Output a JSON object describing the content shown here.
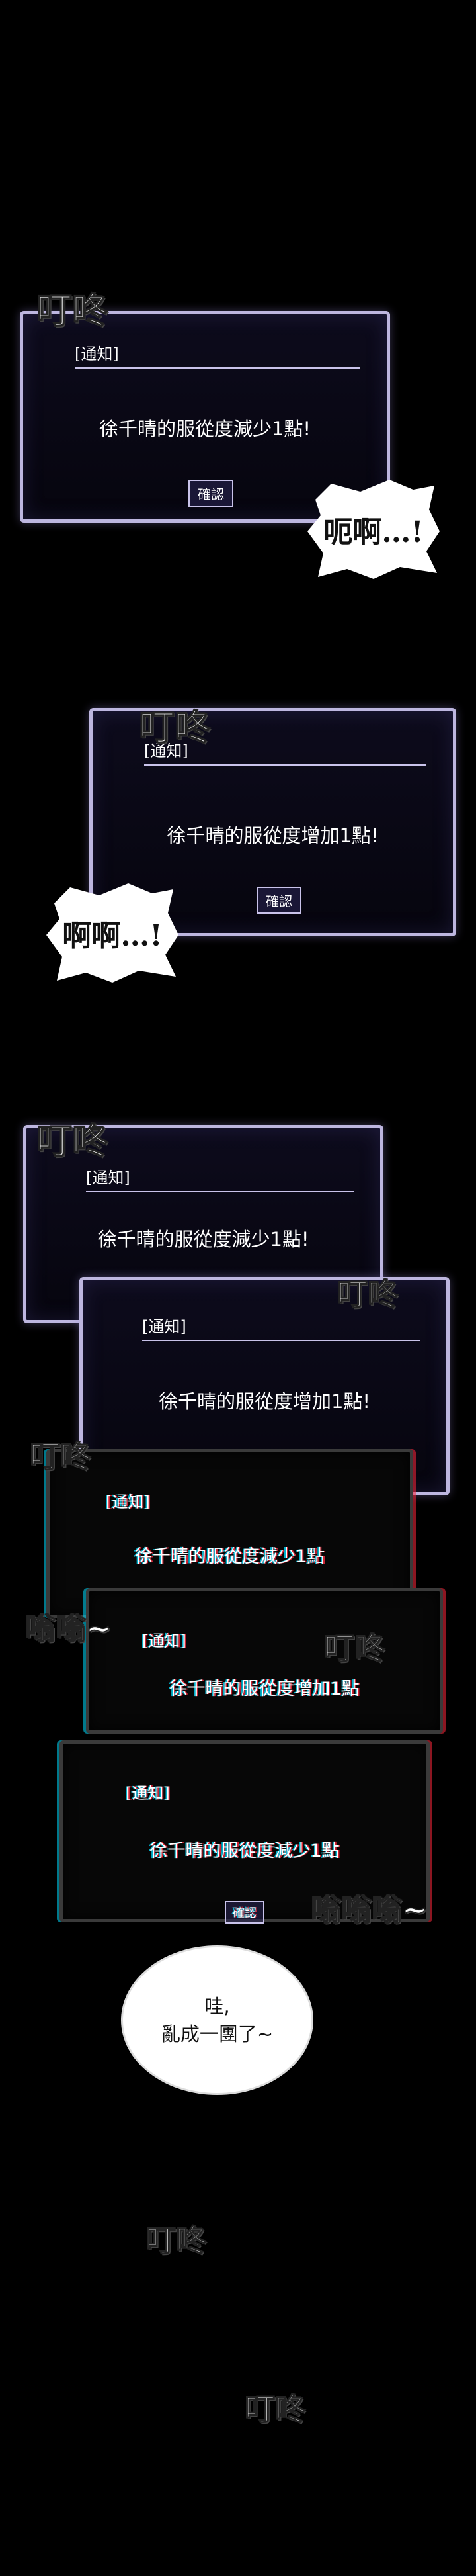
{
  "panels": [
    {
      "tab": "[通知]",
      "message": "徐千晴的服從度減少1點!",
      "button": "確認"
    },
    {
      "tab": "[通知]",
      "message": "徐千晴的服從度增加1點!",
      "button": "確認"
    },
    {
      "tab": "[通知]",
      "message": "徐千晴的服從度減少1點!"
    },
    {
      "tab": "[通知]",
      "message": "徐千晴的服從度增加1點!"
    },
    {
      "tab": "[通知]",
      "message": "徐千晴的服從度減少1點"
    },
    {
      "tab": "[通知]",
      "message": "徐千晴的服從度增加1點"
    },
    {
      "tab": "[通知]",
      "message": "徐千晴的服從度減少1點",
      "button": "確認"
    }
  ],
  "sfx": {
    "ding": "叮咚",
    "moan1": "呃啊…!",
    "moan2": "啊啊…!",
    "buzz1": "嗡嗡~",
    "buzz2": "嗡嗡嗡~"
  },
  "bubble": {
    "line1": "哇,",
    "line2": "亂成一團了~"
  }
}
